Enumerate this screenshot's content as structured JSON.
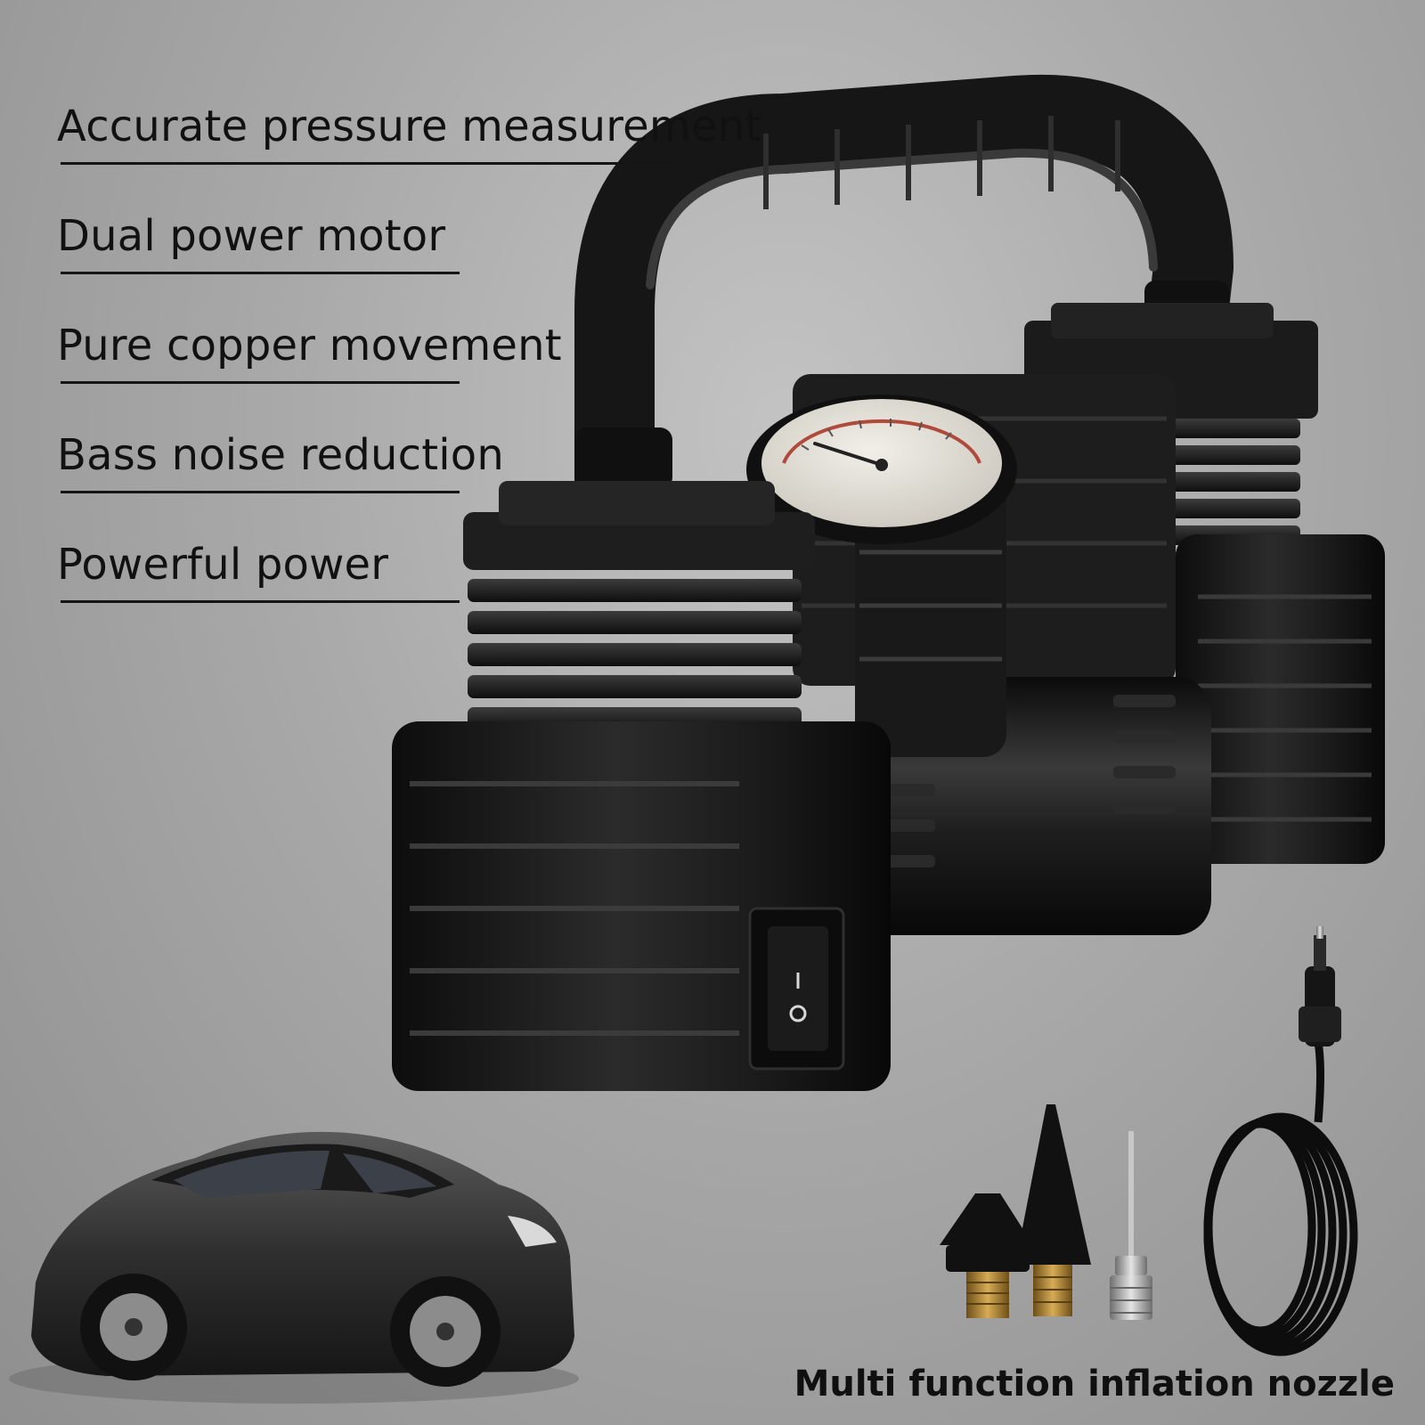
{
  "features": [
    "Accurate pressure measurement",
    "Dual power motor",
    "Pure copper movement",
    "Bass noise reduction",
    "Powerful power"
  ],
  "caption": "Multi function inflation nozzle",
  "colors": {
    "background": "#a9a9a9",
    "text": "#111111",
    "device": "#1a1a1a",
    "gauge_face": "#e6e2d8",
    "brass": "#a67c2e"
  }
}
